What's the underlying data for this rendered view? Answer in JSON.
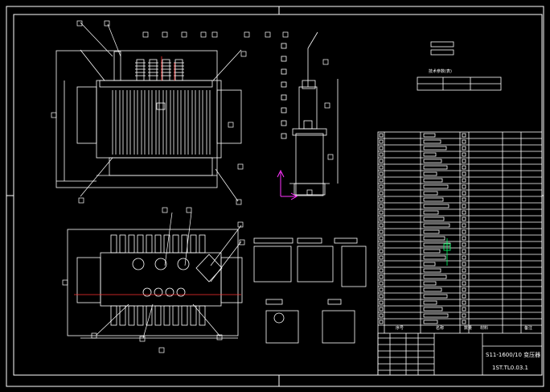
{
  "colors": {
    "background": "#000000",
    "line": "#ffffff",
    "accent_red": "#ff3030",
    "accent_magenta": "#ff33ff",
    "accent_green": "#00ff66"
  },
  "title_block": {
    "drawing_title": "S11-1600/10 变压器",
    "drawing_number": "1ST.TL0.03.1",
    "col_headers": [
      "序号",
      "名称",
      "数量",
      "材料",
      "备注"
    ]
  },
  "table_top": {
    "header": "技术参数(表)"
  }
}
